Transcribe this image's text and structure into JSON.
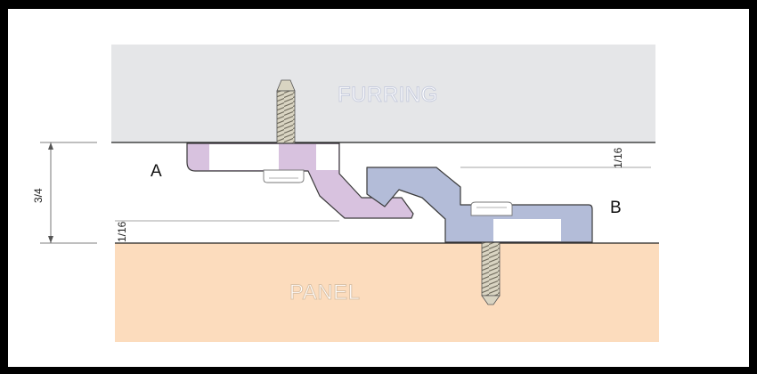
{
  "labels": {
    "furring": "FURRING",
    "panel": "PANEL",
    "clip_a": "A",
    "clip_b": "B"
  },
  "dimensions": {
    "total_gap": "3/4",
    "gap_top_right": "1/16",
    "gap_bottom_left": "1/16"
  },
  "colors": {
    "furring": "#e5e6e8",
    "panel": "#fcdcbd",
    "clip_a": "#d8c2df",
    "clip_b": "#b3bcd8",
    "screw": "#d8d3bf"
  }
}
